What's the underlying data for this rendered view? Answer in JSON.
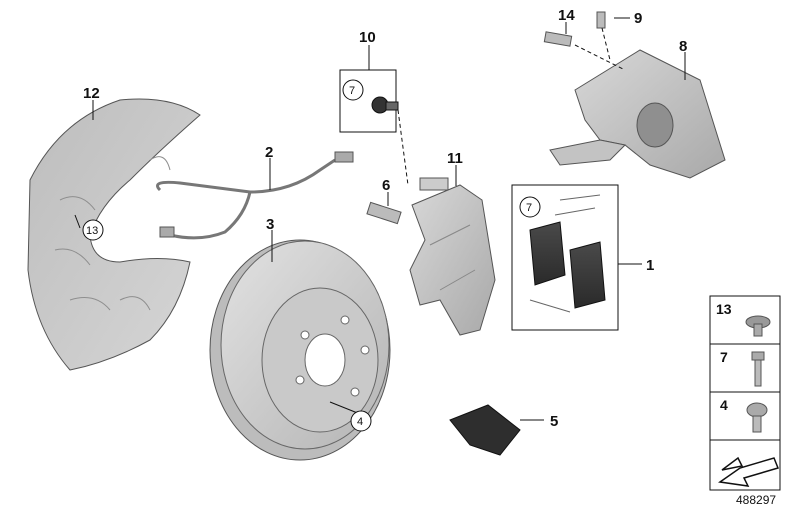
{
  "callouts": {
    "c1": "1",
    "c2": "2",
    "c3": "3",
    "c4": "4",
    "c5": "5",
    "c6": "6",
    "c7a": "7",
    "c7b": "7",
    "c8": "8",
    "c9": "9",
    "c10": "10",
    "c11": "11",
    "c12": "12",
    "c13": "13",
    "c14": "14"
  },
  "legend": {
    "items": [
      "13",
      "7",
      "4"
    ]
  },
  "doc_number": "488297"
}
